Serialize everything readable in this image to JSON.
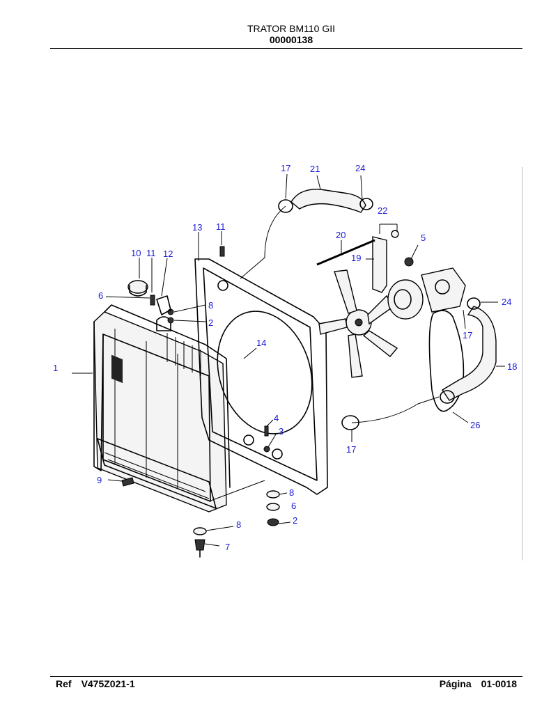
{
  "header": {
    "title": "TRATOR BM110 GII",
    "code": "00000138"
  },
  "footer": {
    "ref_label": "Ref",
    "ref_value": "V475Z021-1",
    "page_label": "Página",
    "page_value": "01-0018"
  },
  "callouts": {
    "c1": "1",
    "c2a": "2",
    "c2b": "2",
    "c3": "3",
    "c4": "4",
    "c5": "5",
    "c6a": "6",
    "c6b": "6",
    "c7": "7",
    "c8a": "8",
    "c8b": "8",
    "c8c": "8",
    "c9": "9",
    "c10": "10",
    "c11a": "11",
    "c11b": "11",
    "c12": "12",
    "c13": "13",
    "c14": "14",
    "c17a": "17",
    "c17b": "17",
    "c17c": "17",
    "c18": "18",
    "c19": "19",
    "c20": "20",
    "c21": "21",
    "c22": "22",
    "c24a": "24",
    "c24b": "24",
    "c26": "26"
  },
  "colors": {
    "callout": "#1a1ad6",
    "line": "#000000"
  }
}
